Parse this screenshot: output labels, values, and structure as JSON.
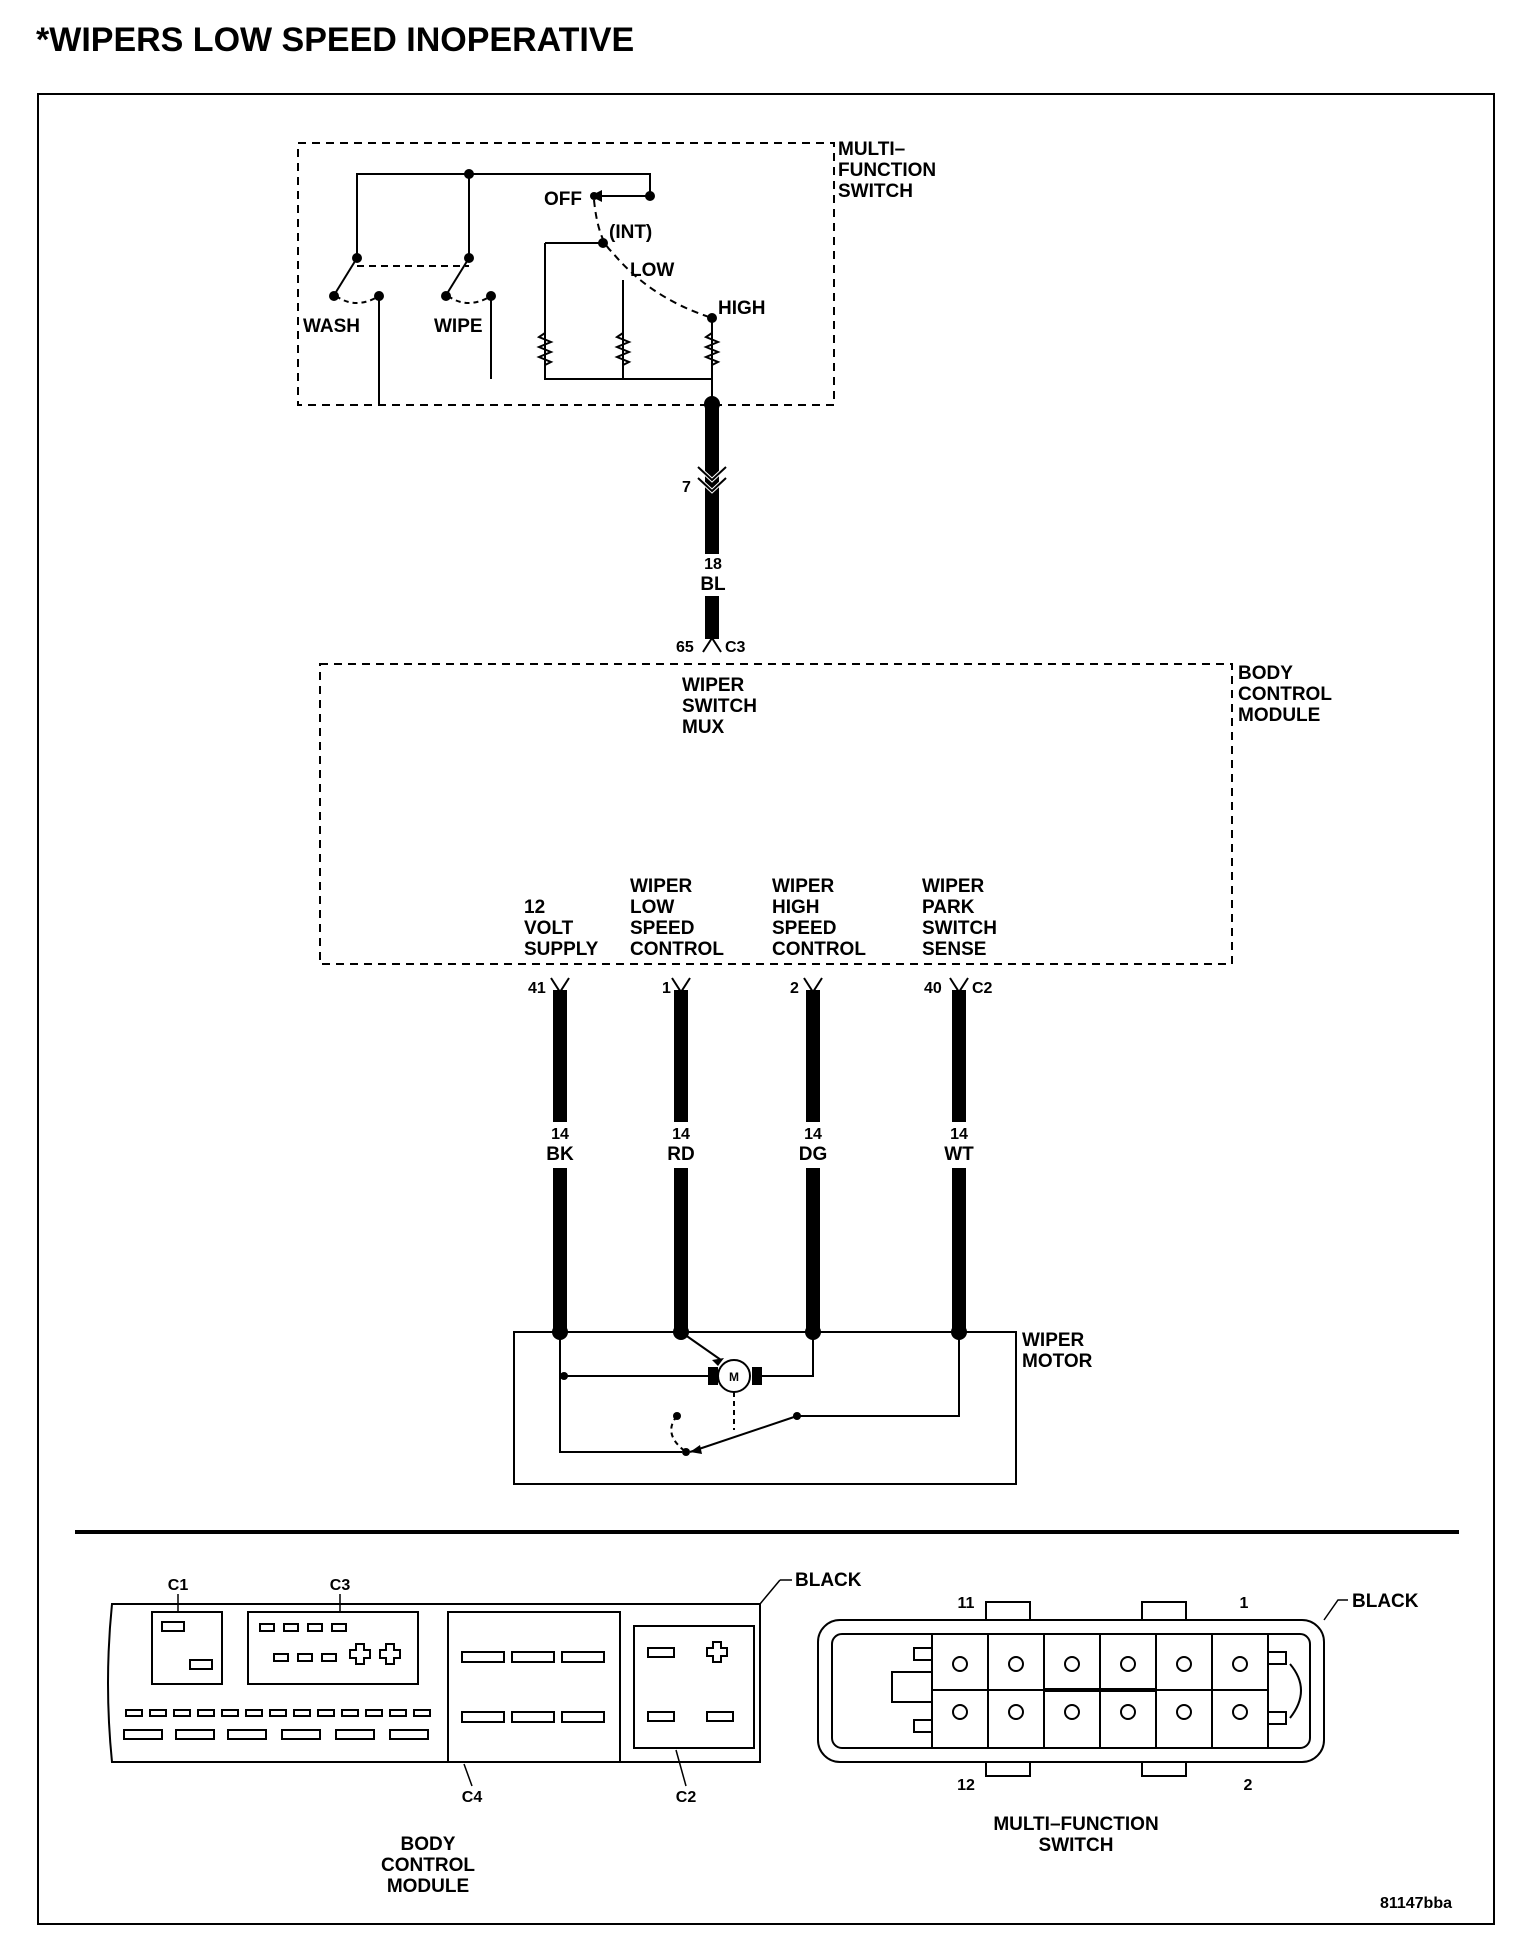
{
  "title": "*WIPERS LOW SPEED INOPERATIVE",
  "figure_id": "81147bba",
  "multifunction_switch": {
    "name_lines": [
      "MULTI–",
      "FUNCTION",
      "SWITCH"
    ],
    "positions": {
      "off": "OFF",
      "int": "(INT)",
      "low": "LOW",
      "high": "HIGH"
    },
    "wash_label": "WASH",
    "wipe_label": "WIPE"
  },
  "mfs_circuit": {
    "cavity": "7",
    "gauge": "18",
    "color": "BL"
  },
  "bcm": {
    "name_lines": [
      "BODY",
      "CONTROL",
      "MODULE"
    ],
    "input": {
      "pin": "65",
      "connector": "C3",
      "label_lines": [
        "WIPER",
        "SWITCH",
        "MUX"
      ]
    },
    "outputs": [
      {
        "label_lines": [
          "12",
          "VOLT",
          "SUPPLY"
        ],
        "pin": "41",
        "connector": "",
        "gauge": "14",
        "color": "BK"
      },
      {
        "label_lines": [
          "WIPER",
          "LOW",
          "SPEED",
          "CONTROL"
        ],
        "pin": "1",
        "connector": "",
        "gauge": "14",
        "color": "RD"
      },
      {
        "label_lines": [
          "WIPER",
          "HIGH",
          "SPEED",
          "CONTROL"
        ],
        "pin": "2",
        "connector": "",
        "gauge": "14",
        "color": "DG"
      },
      {
        "label_lines": [
          "WIPER",
          "PARK",
          "SWITCH",
          "SENSE"
        ],
        "pin": "40",
        "connector": "C2",
        "gauge": "14",
        "color": "WT"
      }
    ]
  },
  "wiper_motor": {
    "name_lines": [
      "WIPER",
      "MOTOR"
    ],
    "motor_symbol": "M"
  },
  "connector_views": {
    "bcm": {
      "color_label": "BLACK",
      "connectors": [
        "C1",
        "C3",
        "C4",
        "C2"
      ],
      "caption_lines": [
        "BODY",
        "CONTROL",
        "MODULE"
      ]
    },
    "mfs": {
      "color_label": "BLACK",
      "pin_labels": {
        "top_left": "11",
        "top_right": "1",
        "bottom_left": "12",
        "bottom_right": "2"
      },
      "caption_lines": [
        "MULTI–FUNCTION",
        "SWITCH"
      ]
    }
  }
}
